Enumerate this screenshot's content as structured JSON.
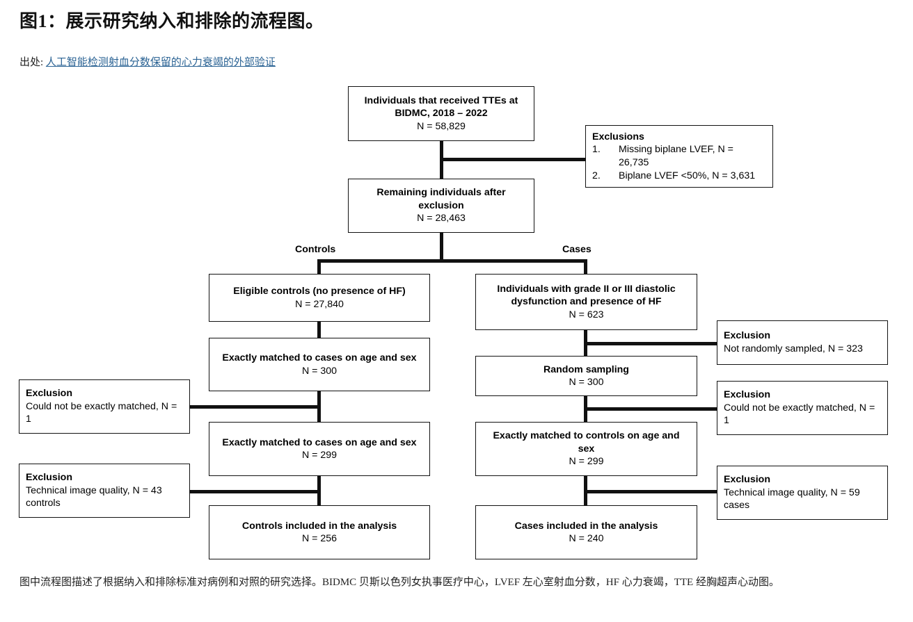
{
  "header": {
    "title": "图1：展示研究纳入和排除的流程图。",
    "source_label": "出处:",
    "source_link": "人工智能检测射血分数保留的心力衰竭的外部验证",
    "link_color": "#2b6394"
  },
  "flowchart": {
    "branch_labels": {
      "left": "Controls",
      "right": "Cases"
    },
    "nodes": {
      "n1": {
        "line1": "Individuals that received TTEs at",
        "line2": "BIDMC, 2018 – 2022",
        "n": "N = 58,829"
      },
      "n2": {
        "line1": "Remaining individuals after",
        "line2": "exclusion",
        "n": "N = 28,463"
      },
      "left1": {
        "line1": "Eligible controls (no presence of HF)",
        "n": "N = 27,840"
      },
      "left2": {
        "line1": "Exactly matched to cases on age and sex",
        "n": "N = 300"
      },
      "left3": {
        "line1": "Exactly matched to cases on age and sex",
        "n": "N = 299"
      },
      "left4": {
        "line1": "Controls included in the analysis",
        "n": "N = 256"
      },
      "right1": {
        "line1": "Individuals with grade II or III diastolic",
        "line2": "dysfunction and presence of HF",
        "n": "N = 623"
      },
      "right2": {
        "line1": "Random sampling",
        "n": "N = 300"
      },
      "right3": {
        "line1": "Exactly matched to controls on age and",
        "line2": "sex",
        "n": "N = 299"
      },
      "right4": {
        "line1": "Cases included in the analysis",
        "n": "N = 240"
      }
    },
    "exclusions": {
      "top": {
        "heading": "Exclusions",
        "items": [
          {
            "index": "1.",
            "text": "Missing biplane LVEF, N = 26,735"
          },
          {
            "index": "2.",
            "text": "Biplane LVEF <50%, N = 3,631"
          }
        ]
      },
      "left_a": {
        "heading": "Exclusion",
        "text": "Could not be exactly matched, N = 1"
      },
      "left_b": {
        "heading": "Exclusion",
        "text": "Technical image quality, N = 43 controls"
      },
      "right_a": {
        "heading": "Exclusion",
        "text": "Not randomly sampled, N = 323"
      },
      "right_b": {
        "heading": "Exclusion",
        "text": "Could not be exactly matched, N = 1"
      },
      "right_c": {
        "heading": "Exclusion",
        "text": "Technical image quality, N = 59 cases"
      }
    }
  },
  "caption": "图中流程图描述了根据纳入和排除标准对病例和对照的研究选择。BIDMC 贝斯以色列女执事医疗中心，LVEF 左心室射血分数，HF 心力衰竭，TTE 经胸超声心动图。",
  "chart_data": {
    "type": "diagram-flow",
    "title": "Study inclusion and exclusion flow diagram",
    "stages": [
      {
        "id": "n1",
        "label": "Individuals that received TTEs at BIDMC, 2018 – 2022",
        "n": 58829
      },
      {
        "id": "excl_top_1",
        "label": "Missing biplane LVEF",
        "n": 26735,
        "kind": "exclusion"
      },
      {
        "id": "excl_top_2",
        "label": "Biplane LVEF <50%",
        "n": 3631,
        "kind": "exclusion"
      },
      {
        "id": "n2",
        "label": "Remaining individuals after exclusion",
        "n": 28463
      },
      {
        "id": "left1",
        "arm": "Controls",
        "label": "Eligible controls (no presence of HF)",
        "n": 27840
      },
      {
        "id": "left2",
        "arm": "Controls",
        "label": "Exactly matched to cases on age and sex",
        "n": 300
      },
      {
        "id": "excl_left_a",
        "arm": "Controls",
        "label": "Could not be exactly matched",
        "n": 1,
        "kind": "exclusion"
      },
      {
        "id": "left3",
        "arm": "Controls",
        "label": "Exactly matched to cases on age and sex",
        "n": 299
      },
      {
        "id": "excl_left_b",
        "arm": "Controls",
        "label": "Technical image quality (controls)",
        "n": 43,
        "kind": "exclusion"
      },
      {
        "id": "left4",
        "arm": "Controls",
        "label": "Controls included in the analysis",
        "n": 256
      },
      {
        "id": "right1",
        "arm": "Cases",
        "label": "Individuals with grade II or III diastolic dysfunction and presence of HF",
        "n": 623
      },
      {
        "id": "excl_right_a",
        "arm": "Cases",
        "label": "Not randomly sampled",
        "n": 323,
        "kind": "exclusion"
      },
      {
        "id": "right2",
        "arm": "Cases",
        "label": "Random sampling",
        "n": 300
      },
      {
        "id": "excl_right_b",
        "arm": "Cases",
        "label": "Could not be exactly matched",
        "n": 1,
        "kind": "exclusion"
      },
      {
        "id": "right3",
        "arm": "Cases",
        "label": "Exactly matched to controls on age and sex",
        "n": 299
      },
      {
        "id": "excl_right_c",
        "arm": "Cases",
        "label": "Technical image quality (cases)",
        "n": 59,
        "kind": "exclusion"
      },
      {
        "id": "right4",
        "arm": "Cases",
        "label": "Cases included in the analysis",
        "n": 240
      }
    ]
  }
}
